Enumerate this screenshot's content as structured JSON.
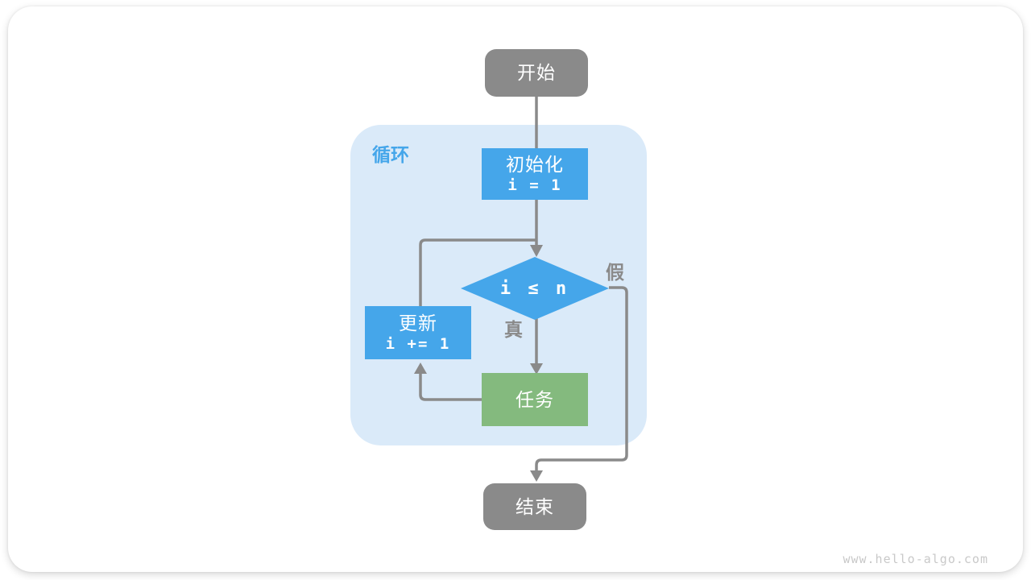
{
  "page": {
    "watermark": "www.hello-algo.com"
  },
  "colors": {
    "terminal_gray": "#8a8a8a",
    "process_blue": "#45a6ea",
    "task_green": "#84ba7e",
    "loop_background": "#daeaf9",
    "loop_label_blue": "#45a6ea",
    "connector_gray": "#8a8a8a",
    "watermark_gray": "#c9c9c9",
    "card_background": "#ffffff"
  },
  "flowchart": {
    "start": {
      "label": "开始"
    },
    "loop": {
      "label": "循环"
    },
    "init": {
      "title": "初始化",
      "code": "i = 1"
    },
    "condition": {
      "code": "i ≤ n"
    },
    "branch_true": {
      "label": "真"
    },
    "branch_false": {
      "label": "假"
    },
    "task": {
      "label": "任务"
    },
    "update": {
      "title": "更新",
      "code": "i += 1"
    },
    "end": {
      "label": "结束"
    }
  }
}
